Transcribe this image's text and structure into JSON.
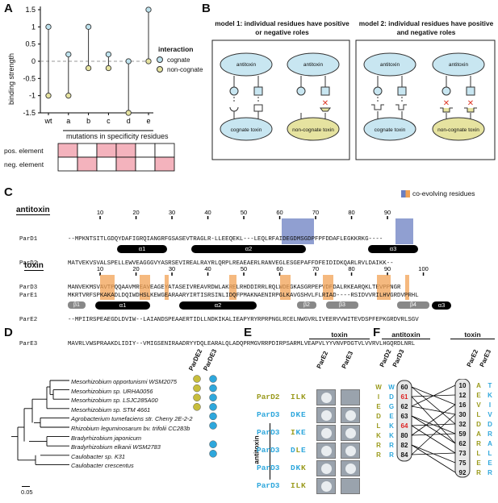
{
  "panel_labels": [
    "A",
    "B",
    "C",
    "D",
    "E",
    "F"
  ],
  "panelA": {
    "chart_data": {
      "type": "scatter",
      "categories": [
        "wt",
        "a",
        "b",
        "c",
        "d",
        "e"
      ],
      "ylabel": "binding strength",
      "xlabel": "mutations in specificity residues",
      "ylim": [
        -1.6,
        1.6
      ],
      "yticks": [
        "1.5",
        "1",
        "0.5",
        "0",
        "-0.5",
        "-1",
        "-1.5"
      ],
      "series": [
        {
          "name": "cognate",
          "values": [
            1,
            0.2,
            1,
            0.2,
            0,
            1.5
          ],
          "color": "#bfe3ee"
        },
        {
          "name": "non-cognate",
          "values": [
            -1,
            -1,
            -0.2,
            -0.2,
            -1.5,
            0
          ],
          "color": "#e6e3a0"
        }
      ]
    },
    "legend_title": "interaction",
    "grid_rows": [
      "pos. element",
      "neg. element"
    ],
    "grid_pos": [
      1,
      0,
      1,
      1,
      0,
      0
    ],
    "grid_neg": [
      0,
      1,
      0,
      1,
      0,
      1
    ],
    "grid_color": "#f4b3bd"
  },
  "panelB": {
    "model1_title": "model 1: individual residues have positive or negative roles",
    "model2_title": "model 2: individual residues have positive and negative roles",
    "antitoxin": "antitoxin",
    "cognate_toxin": "cognate toxin",
    "noncognate_toxin": "non-cognate toxin"
  },
  "panelC": {
    "coevolving_label": "co-evolving residues",
    "antitoxin_title": "antitoxin",
    "toxin_title": "toxin",
    "antitoxin_ticks": [
      "10",
      "20",
      "30",
      "40",
      "50",
      "60",
      "70",
      "80",
      "90"
    ],
    "toxin_ticks": [
      "10",
      "20",
      "30",
      "40",
      "50",
      "60",
      "70",
      "80",
      "90",
      "100"
    ],
    "antitoxin_names": [
      "ParD1",
      "ParD2",
      "ParD3"
    ],
    "antitoxin_seqs": [
      "--MPKNTSITLGDQYDAFIGRQIANGRFGSASEVTRAGLR-LLEEQEKL---LEQLRFAIDEGDMSGDPFPFDDAFLEGKKRKG----",
      "MATVEKVSVALSPELLEWVEAGGGVYASRSEVIREALRAYRLQRPLREAEAERLRANVEGLESGEPAFFDFEIDIDKQARLRVLDAIKK--",
      "MANVEKMSVAVTPQQAAVMREAVEAGEYATASEIVREAVRDWLAKRELRHDDIRRLRQLWDEGKASGRPEPVDFDALRKEARQKLTEVPPNGR"
    ],
    "antitoxin_helices": [
      "α1",
      "α2",
      "α3"
    ],
    "toxin_names": [
      "ParE1",
      "ParE2",
      "ParE3"
    ],
    "toxin_seqs": [
      "MKRTVRFSPKAKADLDQIWDHSLKEWGEARAARYIRTISRSINLIDQFPMAKNAENIRPGLKAVGSHVLFLRIAD----RSIDVVRILHVGRDVPRHL",
      "--MPIIRSPEAEGDLDVIW--LAIANDSPEAAERTIDLLNDKIKALIEAPYRYRPRPNGLRCELNWGVRLIVEERVVWITEVDSPFEPKGRDVRLSGV",
      "MAVRLVWSPRAAKDLIDIY--VMIGSENIRAADRYYDQLEARALQLADQPRMGVRRPDIRPSARMLVEAPVLYYVNVPDGTVLVVRVLHGQRDLNRL"
    ],
    "toxin_strands": [
      "β1",
      "β2",
      "β3",
      "β4"
    ],
    "toxin_helices": [
      "α1",
      "α2",
      "α3"
    ],
    "blue": "#6b7fc1",
    "orange": "#f1a154"
  },
  "panelD": {
    "col_labels": [
      "ParDE2",
      "ParDE3"
    ],
    "species": [
      "Mesorhizobium opportunismi WSM2075",
      "Mesorhizobium sp. URHA0056",
      "Mesorhizobium sp. LSJC285A00",
      "Mesorhizobium sp. STM 4661",
      "Agrobacterium tumefaciens str. Cherry 2E-2-2",
      "Rhizobium leguminosarum bv. trifolii CC283b",
      "Bradyrhizobium japonicum",
      "Bradyrhizobium elkanii WSM2783",
      "Caulobacter sp. K31",
      "Caulobacter crescentus"
    ],
    "has_de2": [
      1,
      1,
      1,
      1,
      0,
      0,
      0,
      0,
      0,
      0
    ],
    "has_de3": [
      1,
      1,
      1,
      1,
      1,
      1,
      0,
      1,
      1,
      0
    ],
    "scale": "0.05",
    "olive": "#c7bd3c",
    "blue": "#2ea7dc"
  },
  "panelE": {
    "toxin_header": "toxin",
    "toxin_cols": [
      "ParE2",
      "ParE3"
    ],
    "antitoxin_label": "antitoxin",
    "rows": [
      {
        "name": "ParD2",
        "res": [
          "I",
          "L",
          "K"
        ],
        "name_color": "#9a9a1c",
        "res_colors": [
          "#9a9a1c",
          "#9a9a1c",
          "#9a9a1c"
        ]
      },
      {
        "name": "ParD3",
        "res": [
          "D",
          "K",
          "E"
        ],
        "name_color": "#2ea7dc",
        "res_colors": [
          "#2ea7dc",
          "#2ea7dc",
          "#2ea7dc"
        ]
      },
      {
        "name": "ParD3",
        "res": [
          "I",
          "K",
          "E"
        ],
        "name_color": "#2ea7dc",
        "res_colors": [
          "#9a9a1c",
          "#2ea7dc",
          "#2ea7dc"
        ]
      },
      {
        "name": "ParD3",
        "res": [
          "D",
          "L",
          "E"
        ],
        "name_color": "#2ea7dc",
        "res_colors": [
          "#2ea7dc",
          "#9a9a1c",
          "#2ea7dc"
        ]
      },
      {
        "name": "ParD3",
        "res": [
          "D",
          "K",
          "K"
        ],
        "name_color": "#2ea7dc",
        "res_colors": [
          "#2ea7dc",
          "#2ea7dc",
          "#9a9a1c"
        ]
      },
      {
        "name": "ParD3",
        "res": [
          "I",
          "L",
          "K"
        ],
        "name_color": "#2ea7dc",
        "res_colors": [
          "#9a9a1c",
          "#9a9a1c",
          "#9a9a1c"
        ]
      }
    ]
  },
  "panelF": {
    "antitoxin_header": "antitoxin",
    "toxin_header": "toxin",
    "antitoxin_cols": [
      "ParD2",
      "ParD3"
    ],
    "toxin_cols": [
      "ParE2",
      "ParE3"
    ],
    "pard2": [
      "W",
      "I",
      "E",
      "D",
      "L",
      "K",
      "R",
      "R"
    ],
    "pard3": [
      "W",
      "D",
      "G",
      "E",
      "K",
      "K",
      "R",
      "R"
    ],
    "anti_pos": [
      "60",
      "61",
      "62",
      "63",
      "64",
      "80",
      "82",
      "84"
    ],
    "anti_pos_red": [
      0,
      1,
      0,
      0,
      1,
      0,
      0,
      0
    ],
    "tox_pos": [
      "10",
      "12",
      "16",
      "30",
      "32",
      "59",
      "62",
      "73",
      "75",
      "92"
    ],
    "pare2": [
      "A",
      "E",
      "V",
      "L",
      "D",
      "A",
      "R",
      "L",
      "E",
      "R"
    ],
    "pare3": [
      "T",
      "K",
      "I",
      "V",
      "D",
      "R",
      "A",
      "L",
      "E",
      "R"
    ]
  }
}
